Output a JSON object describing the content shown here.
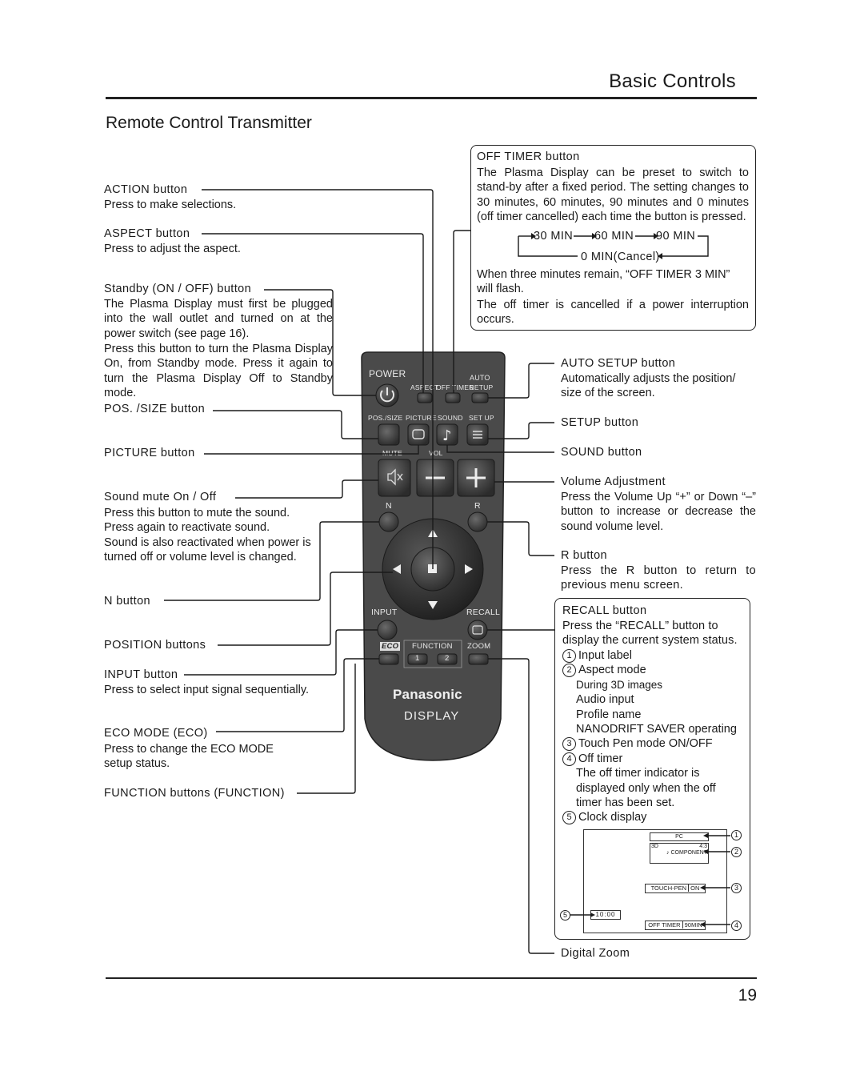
{
  "header": {
    "title": "Basic Controls",
    "section_title": "Remote Control Transmitter"
  },
  "left": {
    "action": {
      "label": "ACTION button",
      "desc": "Press to make selections."
    },
    "aspect": {
      "label": "ASPECT button",
      "desc": "Press to adjust the aspect."
    },
    "standby": {
      "label": "Standby (ON / OFF) button",
      "desc1": "The Plasma Display must first be plugged into the wall outlet and turned on at the power switch (see page 16).",
      "desc2": "Press this button to turn the Plasma Display On, from Standby mode. Press it again to turn the Plasma Display Off to Standby mode."
    },
    "pos_size": {
      "label": "POS. /SIZE button"
    },
    "picture": {
      "label": "PICTURE button"
    },
    "mute": {
      "label": "Sound mute On / Off",
      "desc1": "Press this button to mute the sound.",
      "desc2": "Press again to reactivate sound.",
      "desc3": "Sound is also reactivated when power is turned off or volume level is changed."
    },
    "n": {
      "label": "N button"
    },
    "position": {
      "label": "POSITION buttons"
    },
    "input": {
      "label": "INPUT button",
      "desc": "Press to select input signal sequentially."
    },
    "eco": {
      "label": "ECO MODE (ECO)",
      "desc": "Press to change the ECO MODE setup status."
    },
    "function": {
      "label": "FUNCTION buttons (FUNCTION)"
    }
  },
  "off_timer": {
    "label": "OFF TIMER button",
    "desc": "The Plasma Display can be preset to switch to stand-by after a fixed period. The setting changes to 30 minutes, 60 minutes, 90 minutes and 0 minutes (off timer cancelled) each time the button is pressed.",
    "cycle": [
      "30 MIN",
      "60 MIN",
      "90 MIN",
      "0 MIN(Cancel)"
    ],
    "note1": "When three minutes remain, “OFF TIMER 3 MIN” will flash.",
    "note2": "The off timer is cancelled if a power interruption occurs."
  },
  "right": {
    "auto_setup": {
      "label": "AUTO SETUP button",
      "desc": "Automatically adjusts the position/ size of the screen."
    },
    "setup": {
      "label": "SETUP button"
    },
    "sound": {
      "label": "SOUND button"
    },
    "volume": {
      "label": "Volume Adjustment",
      "desc": "Press the Volume Up “+” or Down “–” button to increase or decrease the sound volume level."
    },
    "r": {
      "label": "R button",
      "desc": "Press the R button to return to previous menu screen."
    },
    "recall": {
      "label": "RECALL button",
      "desc": "Press the “RECALL” button to display the current system status.",
      "items": [
        {
          "num": "1",
          "text": "Input label"
        },
        {
          "num": "2",
          "text": "Aspect mode"
        },
        {
          "num": "",
          "text": "During 3D images"
        },
        {
          "num": "",
          "text": "Audio input"
        },
        {
          "num": "",
          "text": "Profile name"
        },
        {
          "num": "",
          "text": "NANODRIFT SAVER operating"
        },
        {
          "num": "3",
          "text": "Touch Pen mode ON/OFF"
        },
        {
          "num": "4",
          "text": "Off timer"
        },
        {
          "num": "",
          "text": "The off timer indicator is"
        },
        {
          "num": "",
          "text": "displayed only when the off"
        },
        {
          "num": "",
          "text": "timer has been set."
        },
        {
          "num": "5",
          "text": "Clock display"
        }
      ],
      "screen": {
        "input": "PC",
        "mode3d": "3D",
        "aspect": "4:3",
        "audio": "♪ COMPONENT",
        "touch_pen": "TOUCH-PEN",
        "touch_state": "ON",
        "clock": "10:00",
        "off_timer": "OFF TIMER",
        "off_timer_val": "90MIN",
        "markers": [
          "1",
          "2",
          "3",
          "4",
          "5"
        ]
      }
    },
    "digital_zoom": {
      "label": "Digital Zoom"
    }
  },
  "remote": {
    "power": "POWER",
    "auto": "AUTO",
    "aspect": "ASPECT",
    "off_timer": "OFF TIMER",
    "setup_top": "SETUP",
    "pos_size": "POS./SIZE",
    "picture": "PICTURE",
    "sound": "SOUND",
    "setup": "SET UP",
    "mute": "MUTE",
    "volume": "VOL",
    "n": "N",
    "r": "R",
    "input": "INPUT",
    "recall": "RECALL",
    "eco": "ECO",
    "function": "FUNCTION",
    "zoom": "ZOOM",
    "f1": "1",
    "f2": "2",
    "brand": "Panasonic",
    "display": "DISPLAY"
  },
  "footer": {
    "page_number": "19"
  }
}
